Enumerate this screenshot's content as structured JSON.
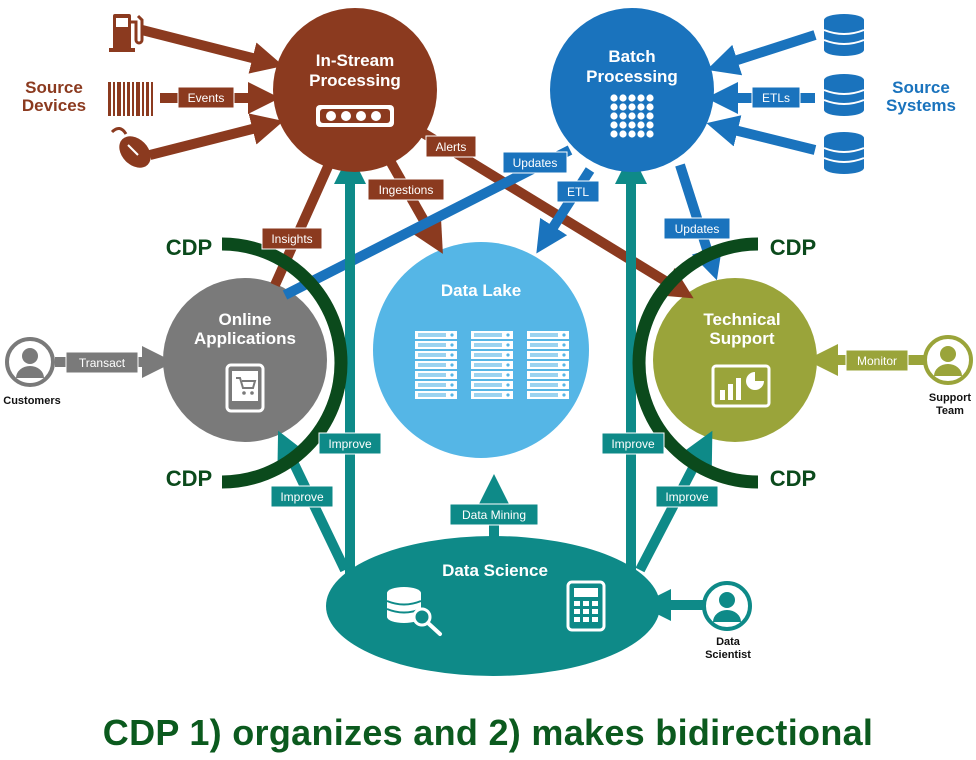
{
  "colors": {
    "brown": "#8b3a1f",
    "blue": "#1a73bd",
    "lightblue": "#55b6e6",
    "gray": "#7a7a7a",
    "olive": "#9aa43a",
    "teal": "#0e8a88",
    "darkgreen": "#0b4a1c"
  },
  "nodes": {
    "instream": {
      "line1": "In-Stream",
      "line2": "Processing"
    },
    "batch": {
      "line1": "Batch",
      "line2": "Processing"
    },
    "lake": {
      "title": "Data Lake"
    },
    "online": {
      "line1": "Online",
      "line2": "Applications"
    },
    "tech": {
      "line1": "Technical",
      "line2": "Support"
    },
    "science": {
      "title": "Data Science"
    }
  },
  "side_labels": {
    "source_devices": {
      "line1": "Source",
      "line2": "Devices"
    },
    "source_systems": {
      "line1": "Source",
      "line2": "Systems"
    }
  },
  "tags": {
    "events": "Events",
    "etls": "ETLs",
    "alerts": "Alerts",
    "ingestions": "Ingestions",
    "updates_left": "Updates",
    "etl": "ETL",
    "updates_right": "Updates",
    "insights": "Insights",
    "transact": "Transact",
    "monitor": "Monitor",
    "improve_1": "Improve",
    "improve_2": "Improve",
    "improve_3": "Improve",
    "improve_4": "Improve",
    "data_mining": "Data Mining"
  },
  "cdp": {
    "top_left": "CDP",
    "bottom_left": "CDP",
    "top_right": "CDP",
    "bottom_right": "CDP"
  },
  "people": {
    "customers": "Customers",
    "support_line1": "Support",
    "support_line2": "Team",
    "scientist_line1": "Data",
    "scientist_line2": "Scientist"
  },
  "caption": "CDP 1) organizes and 2) makes bidirectional"
}
